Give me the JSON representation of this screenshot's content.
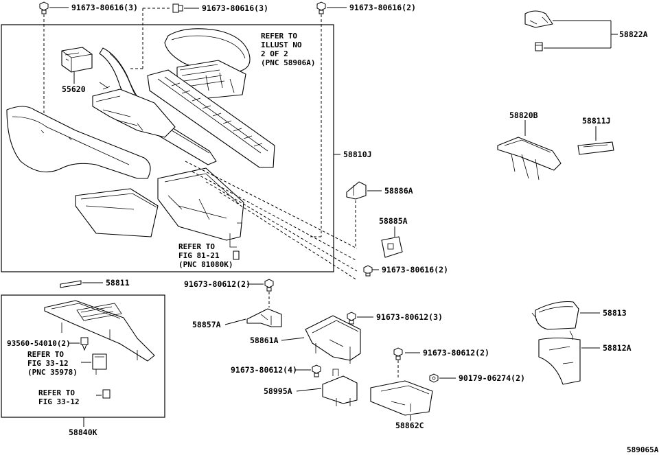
{
  "diagram_id": "589065A",
  "labels": {
    "bolt_top_left": "91673-80616(3)",
    "bolt_top_mid": "91673-80616(3)",
    "bolt_top_right": "91673-80616(2)",
    "part_58822A": "58822A",
    "part_55620": "55620",
    "refer_illust": [
      "REFER TO",
      "ILLUST NO",
      "2 OF 2",
      "(PNC 58906A)"
    ],
    "part_58810J": "58810J",
    "part_58820B": "58820B",
    "part_58811J": "58811J",
    "part_58886A": "58886A",
    "part_58885A": "58885A",
    "refer_fig81": [
      "REFER TO",
      "FIG 81-21",
      "(PNC 81080K)"
    ],
    "bolt_58885": "91673-80616(2)",
    "part_58811": "58811",
    "bolt_58857": "91673-80612(2)",
    "bolt_58861": "91673-80612(3)",
    "part_58857A": "58857A",
    "part_58861A": "58861A",
    "part_58813": "58813",
    "part_58812A": "58812A",
    "screw_93560": "93560-54010(2)",
    "refer_fig33a": [
      "REFER TO",
      "FIG 33-12",
      "(PNC 35978)"
    ],
    "bolt_58862": "91673-80612(2)",
    "bolt_58995": "91673-80612(4)",
    "nut_90179": "90179-06274(2)",
    "part_58995A": "58995A",
    "refer_fig33b": [
      "REFER TO",
      "FIG 33-12"
    ],
    "part_58862C": "58862C",
    "part_58840K": "58840K"
  }
}
